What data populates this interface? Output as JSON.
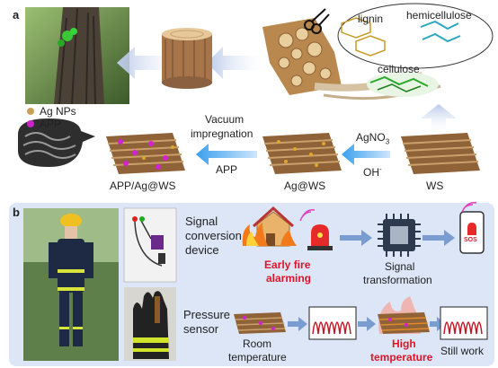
{
  "panel_a": {
    "label": "a",
    "components": {
      "lignin": "lignin",
      "hemicellulose": "hemicellulose",
      "cellulose": "cellulose"
    },
    "legend": [
      {
        "label": "Ag NPs",
        "color": "#c8a058"
      },
      {
        "label": "APP",
        "color": "#cc22cc"
      }
    ],
    "process": {
      "step1_top": "AgNO",
      "step1_sub": "3",
      "step1_bottom": "OH",
      "step1_sup": "-",
      "step2_line1": "Vacuum",
      "step2_line2": "impregnation",
      "step2_bottom": "APP"
    },
    "materials": {
      "ws": "WS",
      "ag_ws": "Ag@WS",
      "app_ag_ws": "APP/Ag@WS"
    }
  },
  "panel_b": {
    "label": "b",
    "row1": {
      "title_line1": "Signal",
      "title_line2": "conversion",
      "title_line3": "device",
      "alarm_line1": "Early fire",
      "alarm_line2": "alarming",
      "transform_line1": "Signal",
      "transform_line2": "transformation",
      "phone_text": "SOS"
    },
    "row2": {
      "title_line1": "Pressure",
      "title_line2": "sensor",
      "room_line1": "Room",
      "room_line2": "temperature",
      "high_line1": "High",
      "high_line2": "temperature",
      "still": "Still work"
    }
  }
}
